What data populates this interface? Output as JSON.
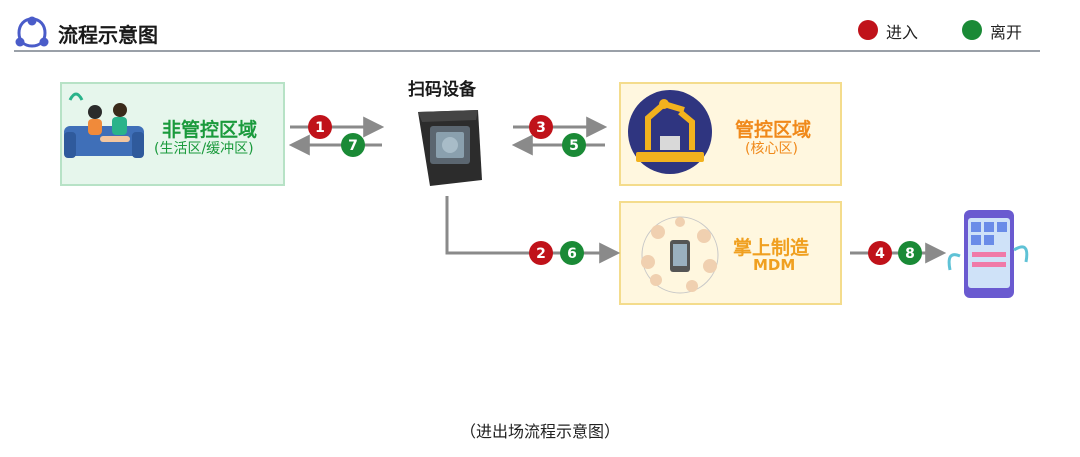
{
  "header": {
    "title": "流程示意图",
    "legend": [
      {
        "label": "进入",
        "color": "#c0121a"
      },
      {
        "label": "离开",
        "color": "#1a8a36"
      }
    ]
  },
  "nodes": {
    "non_controlled": {
      "title": "非管控区域",
      "subtitle": "(生活区/缓冲区)"
    },
    "scanner": {
      "title": "扫码设备"
    },
    "controlled": {
      "title": "管控区域",
      "subtitle": "(核心区)"
    },
    "mdm": {
      "title": "掌上制造",
      "subtitle": "MDM"
    }
  },
  "steps": {
    "s1": "1",
    "s2": "2",
    "s3": "3",
    "s4": "4",
    "s5": "5",
    "s6": "6",
    "s7": "7",
    "s8": "8"
  },
  "colors": {
    "enter": "#c0121a",
    "leave": "#1a8a36",
    "arrow": "#8a8a8a"
  },
  "caption": "（进出场流程示意图）"
}
